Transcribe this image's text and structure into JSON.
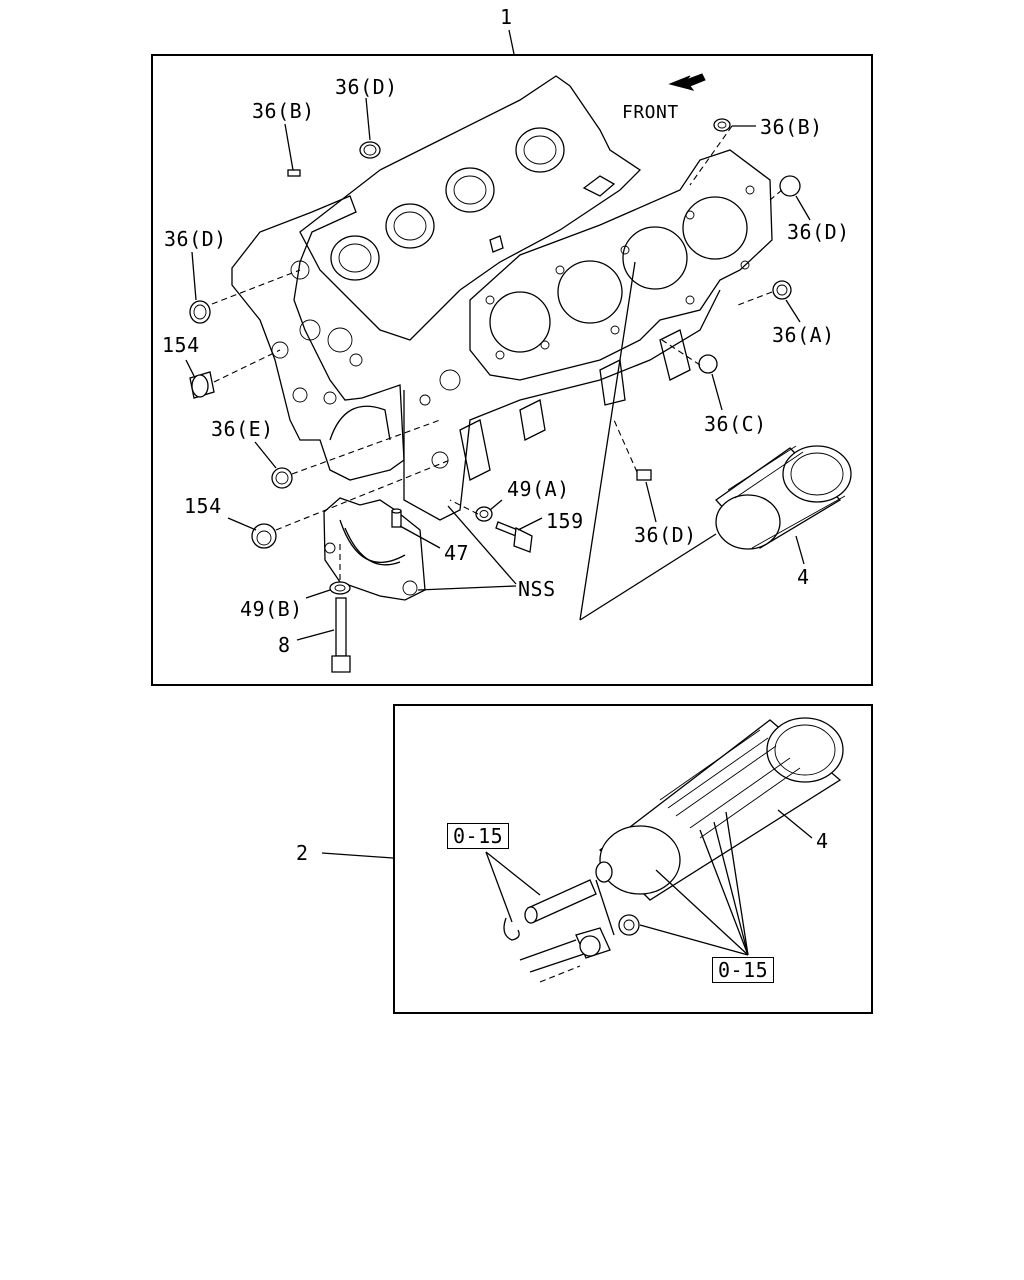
{
  "labels": {
    "part_1": "1",
    "part_2": "2",
    "front": "FRONT",
    "b36_top_left": "36(B)",
    "d36_top": "36(D)",
    "b36_top_right": "36(B)",
    "d36_right": "36(D)",
    "d36_left": "36(D)",
    "a36_right": "36(A)",
    "p154_upper": "154",
    "c36_right": "36(C)",
    "e36_left": "36(E)",
    "a49": "49(A)",
    "p154_lower": "154",
    "p159": "159",
    "d36_lower": "36(D)",
    "p47": "47",
    "nss": "NSS",
    "b49": "49(B)",
    "p4_upper": "4",
    "p8": "8",
    "p4_lower": "4",
    "o15_left": "0-15",
    "o15_right": "0-15"
  }
}
